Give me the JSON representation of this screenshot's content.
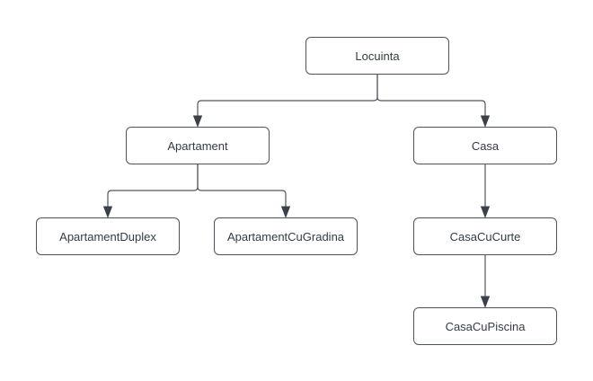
{
  "diagram": {
    "type": "tree-hierarchy",
    "nodes": [
      {
        "id": "locuinta",
        "label": "Locuinta"
      },
      {
        "id": "apartament",
        "label": "Apartament"
      },
      {
        "id": "casa",
        "label": "Casa"
      },
      {
        "id": "apartament-duplex",
        "label": "ApartamentDuplex"
      },
      {
        "id": "apartament-cu-gradina",
        "label": "ApartamentCuGradina"
      },
      {
        "id": "casa-cu-curte",
        "label": "CasaCuCurte"
      },
      {
        "id": "casa-cu-piscina",
        "label": "CasaCuPiscina"
      }
    ],
    "edges": [
      {
        "from": "Locuinta",
        "to": "Apartament"
      },
      {
        "from": "Locuinta",
        "to": "Casa"
      },
      {
        "from": "Apartament",
        "to": "ApartamentDuplex"
      },
      {
        "from": "Apartament",
        "to": "ApartamentCuGradina"
      },
      {
        "from": "Casa",
        "to": "CasaCuCurte"
      },
      {
        "from": "CasaCuCurte",
        "to": "CasaCuPiscina"
      }
    ],
    "colors": {
      "background": "#ffffff",
      "node_fill": "#ffffff",
      "node_border": "#4d535b",
      "text": "#343b46",
      "connector": "#50565e",
      "arrowhead": "#3a4149"
    }
  }
}
